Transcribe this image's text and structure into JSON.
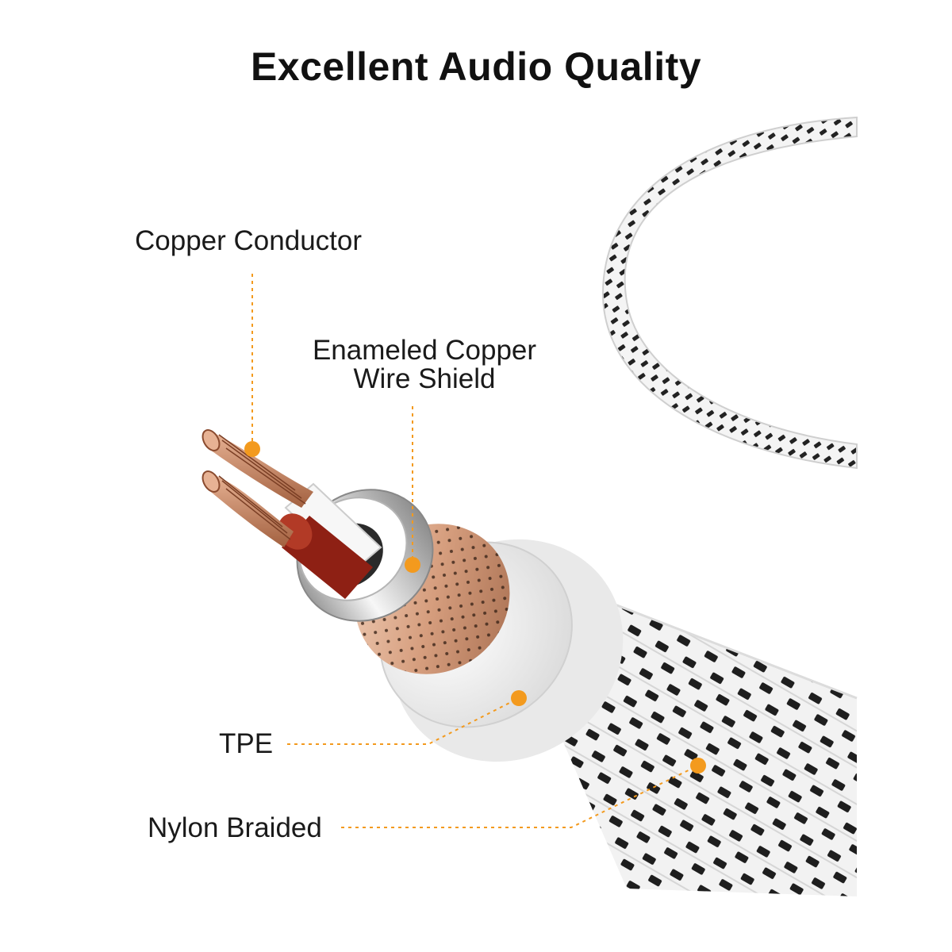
{
  "title": "Excellent Audio Quality",
  "labels": {
    "copper_conductor": "Copper Conductor",
    "enameled_line1": "Enameled Copper",
    "enameled_line2": "Wire Shield",
    "tpe": "TPE",
    "nylon": "Nylon Braided"
  },
  "colors": {
    "accent": "#f39a1e",
    "copper": "#c9825a",
    "red_insulation": "#8e2014",
    "braid_dark": "#1e1e1e",
    "braid_light": "#f2f2f2"
  }
}
